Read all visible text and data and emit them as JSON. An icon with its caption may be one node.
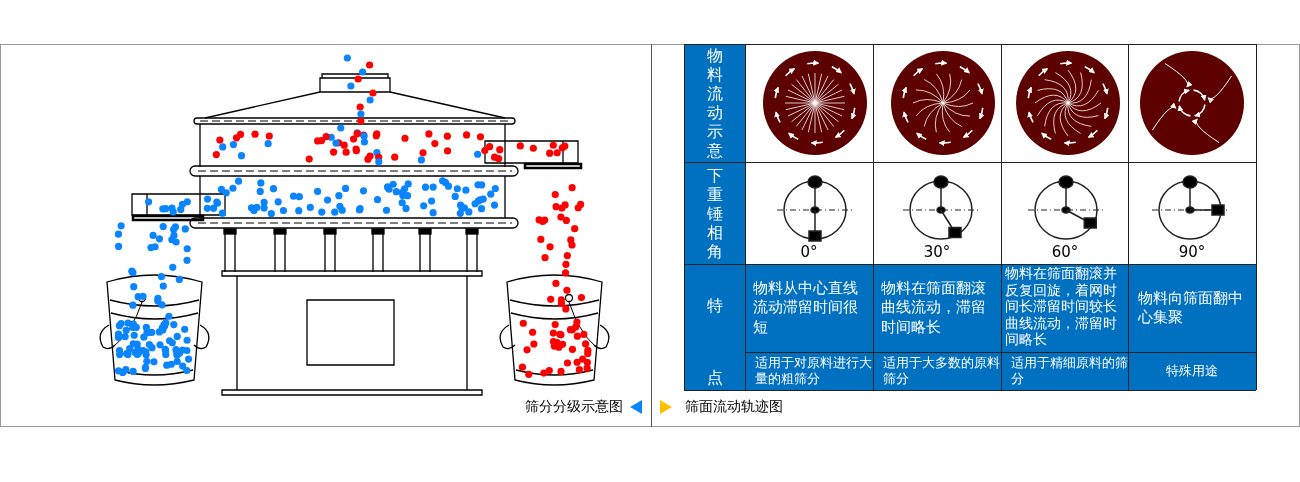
{
  "diagram": {
    "labels": [
      "物料流动示意",
      "下重锤相角",
      "0°",
      "30°",
      "60°",
      "90°",
      "特点",
      "物料从中心直线流动滞留时间很短",
      "物料在筛面翻滚曲线流动，滞留时间略长",
      "物料在筛面翻滚并反复回旋，着网时间长滞留时间较长曲线流动，滞留时间略长",
      "物料向筛面翻中心集聚",
      "适用于对原料进行大量的粗筛分",
      "适用于大多数的原料筛分",
      "适用于精细原料的筛分",
      "特殊用途",
      "筛分分级示意图",
      "筛面流动轨迹图"
    ]
  }
}
